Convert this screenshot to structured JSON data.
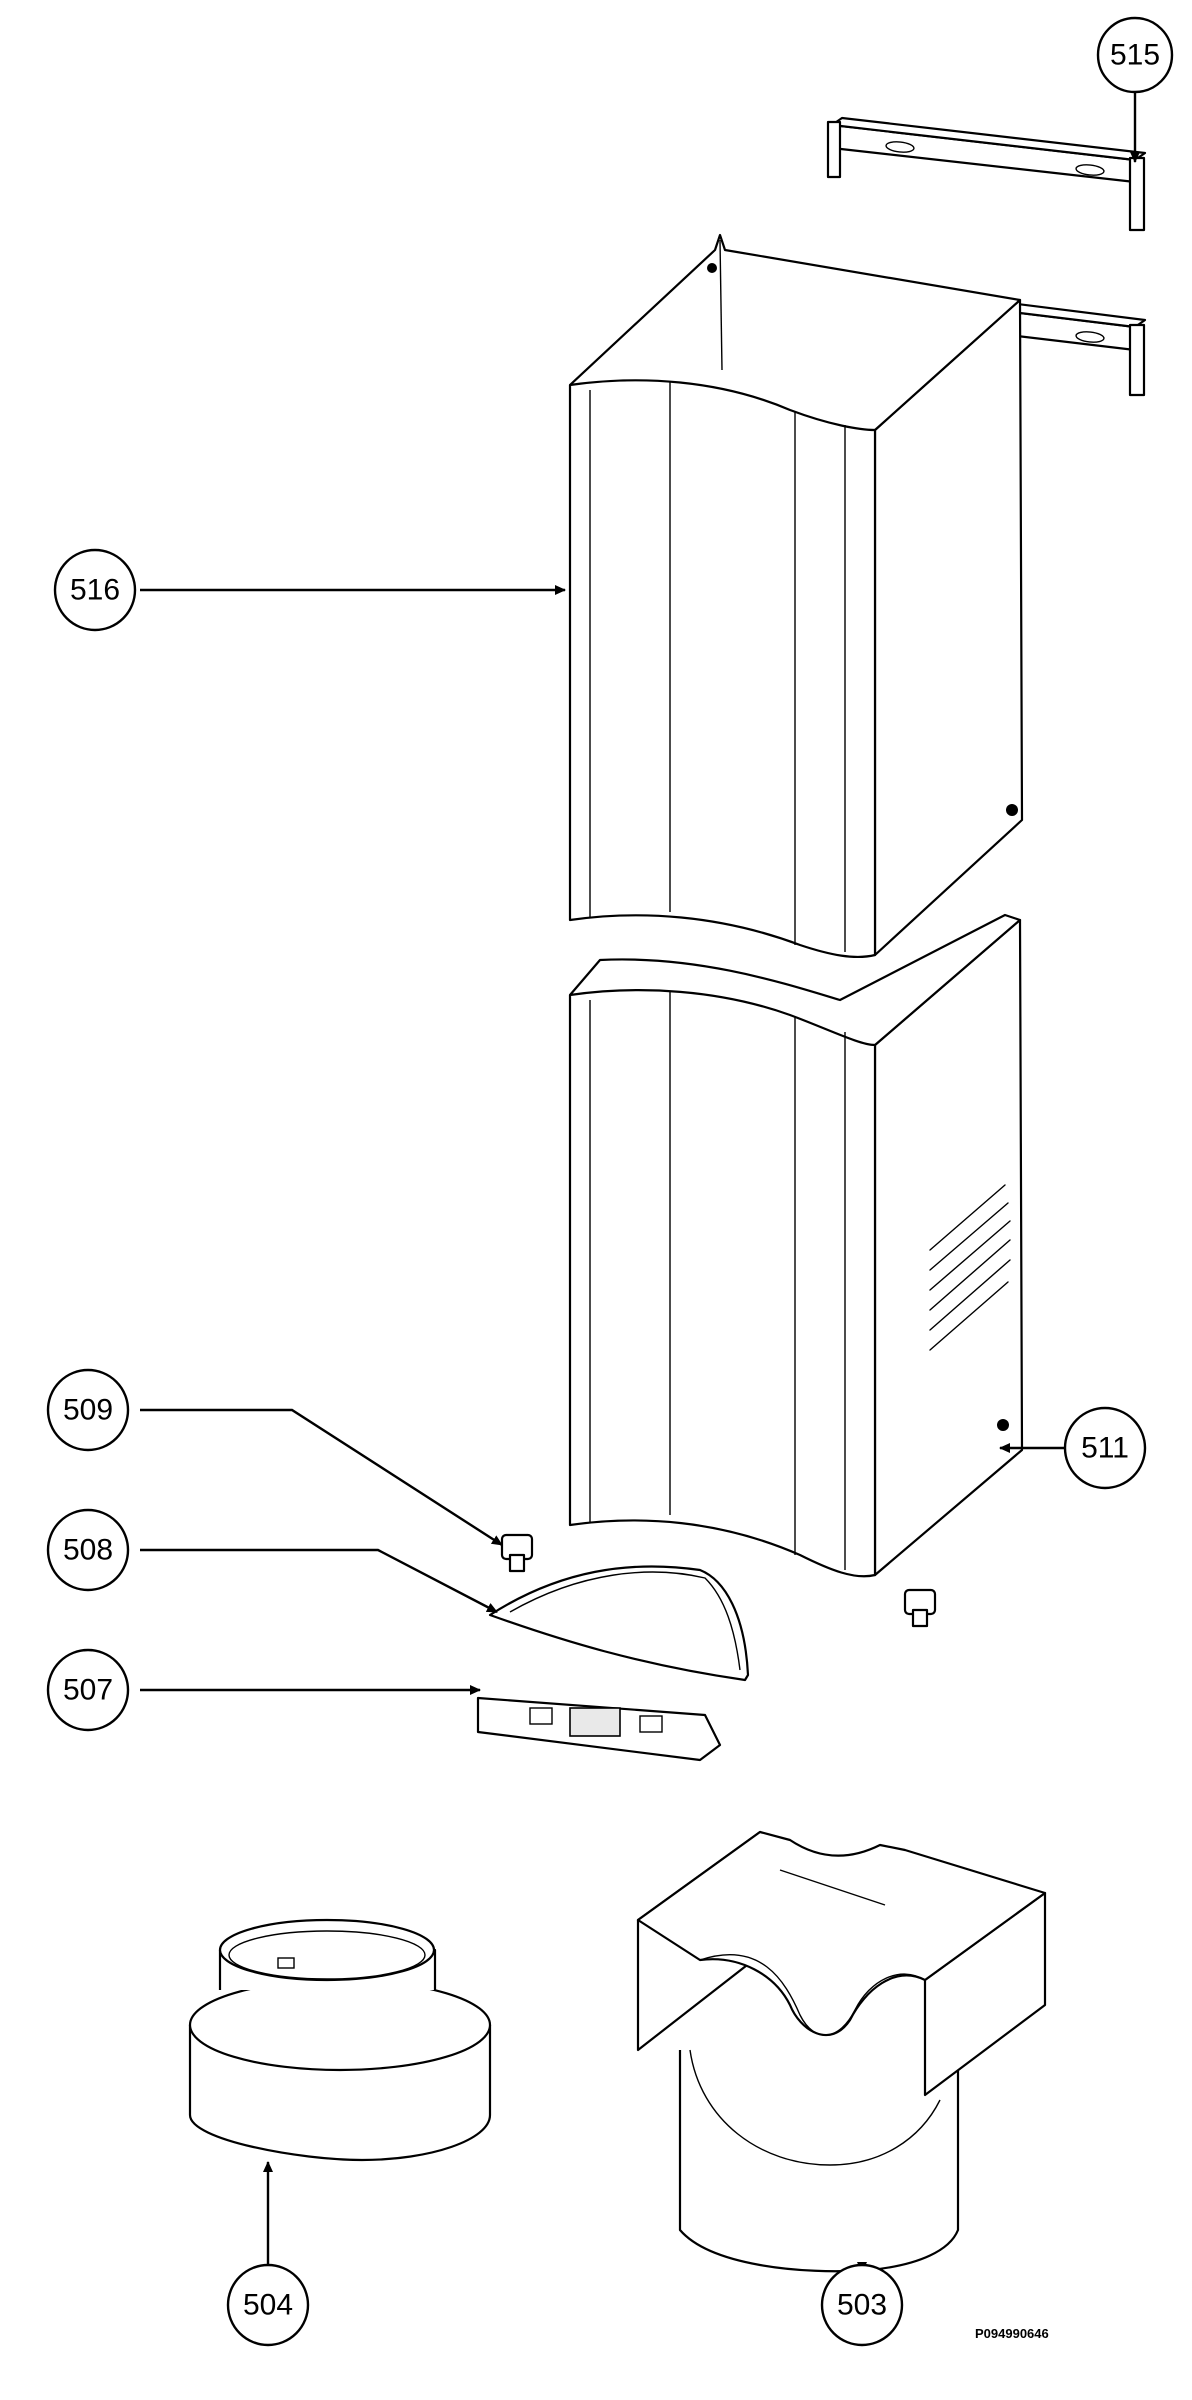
{
  "diagram": {
    "callouts": {
      "c515": "515",
      "c516": "516",
      "c511": "511",
      "c509": "509",
      "c508": "508",
      "c507": "507",
      "c504": "504",
      "c503": "503"
    },
    "drawing_code": "P094990646",
    "colors": {
      "line": "#000000",
      "background": "#ffffff"
    }
  }
}
